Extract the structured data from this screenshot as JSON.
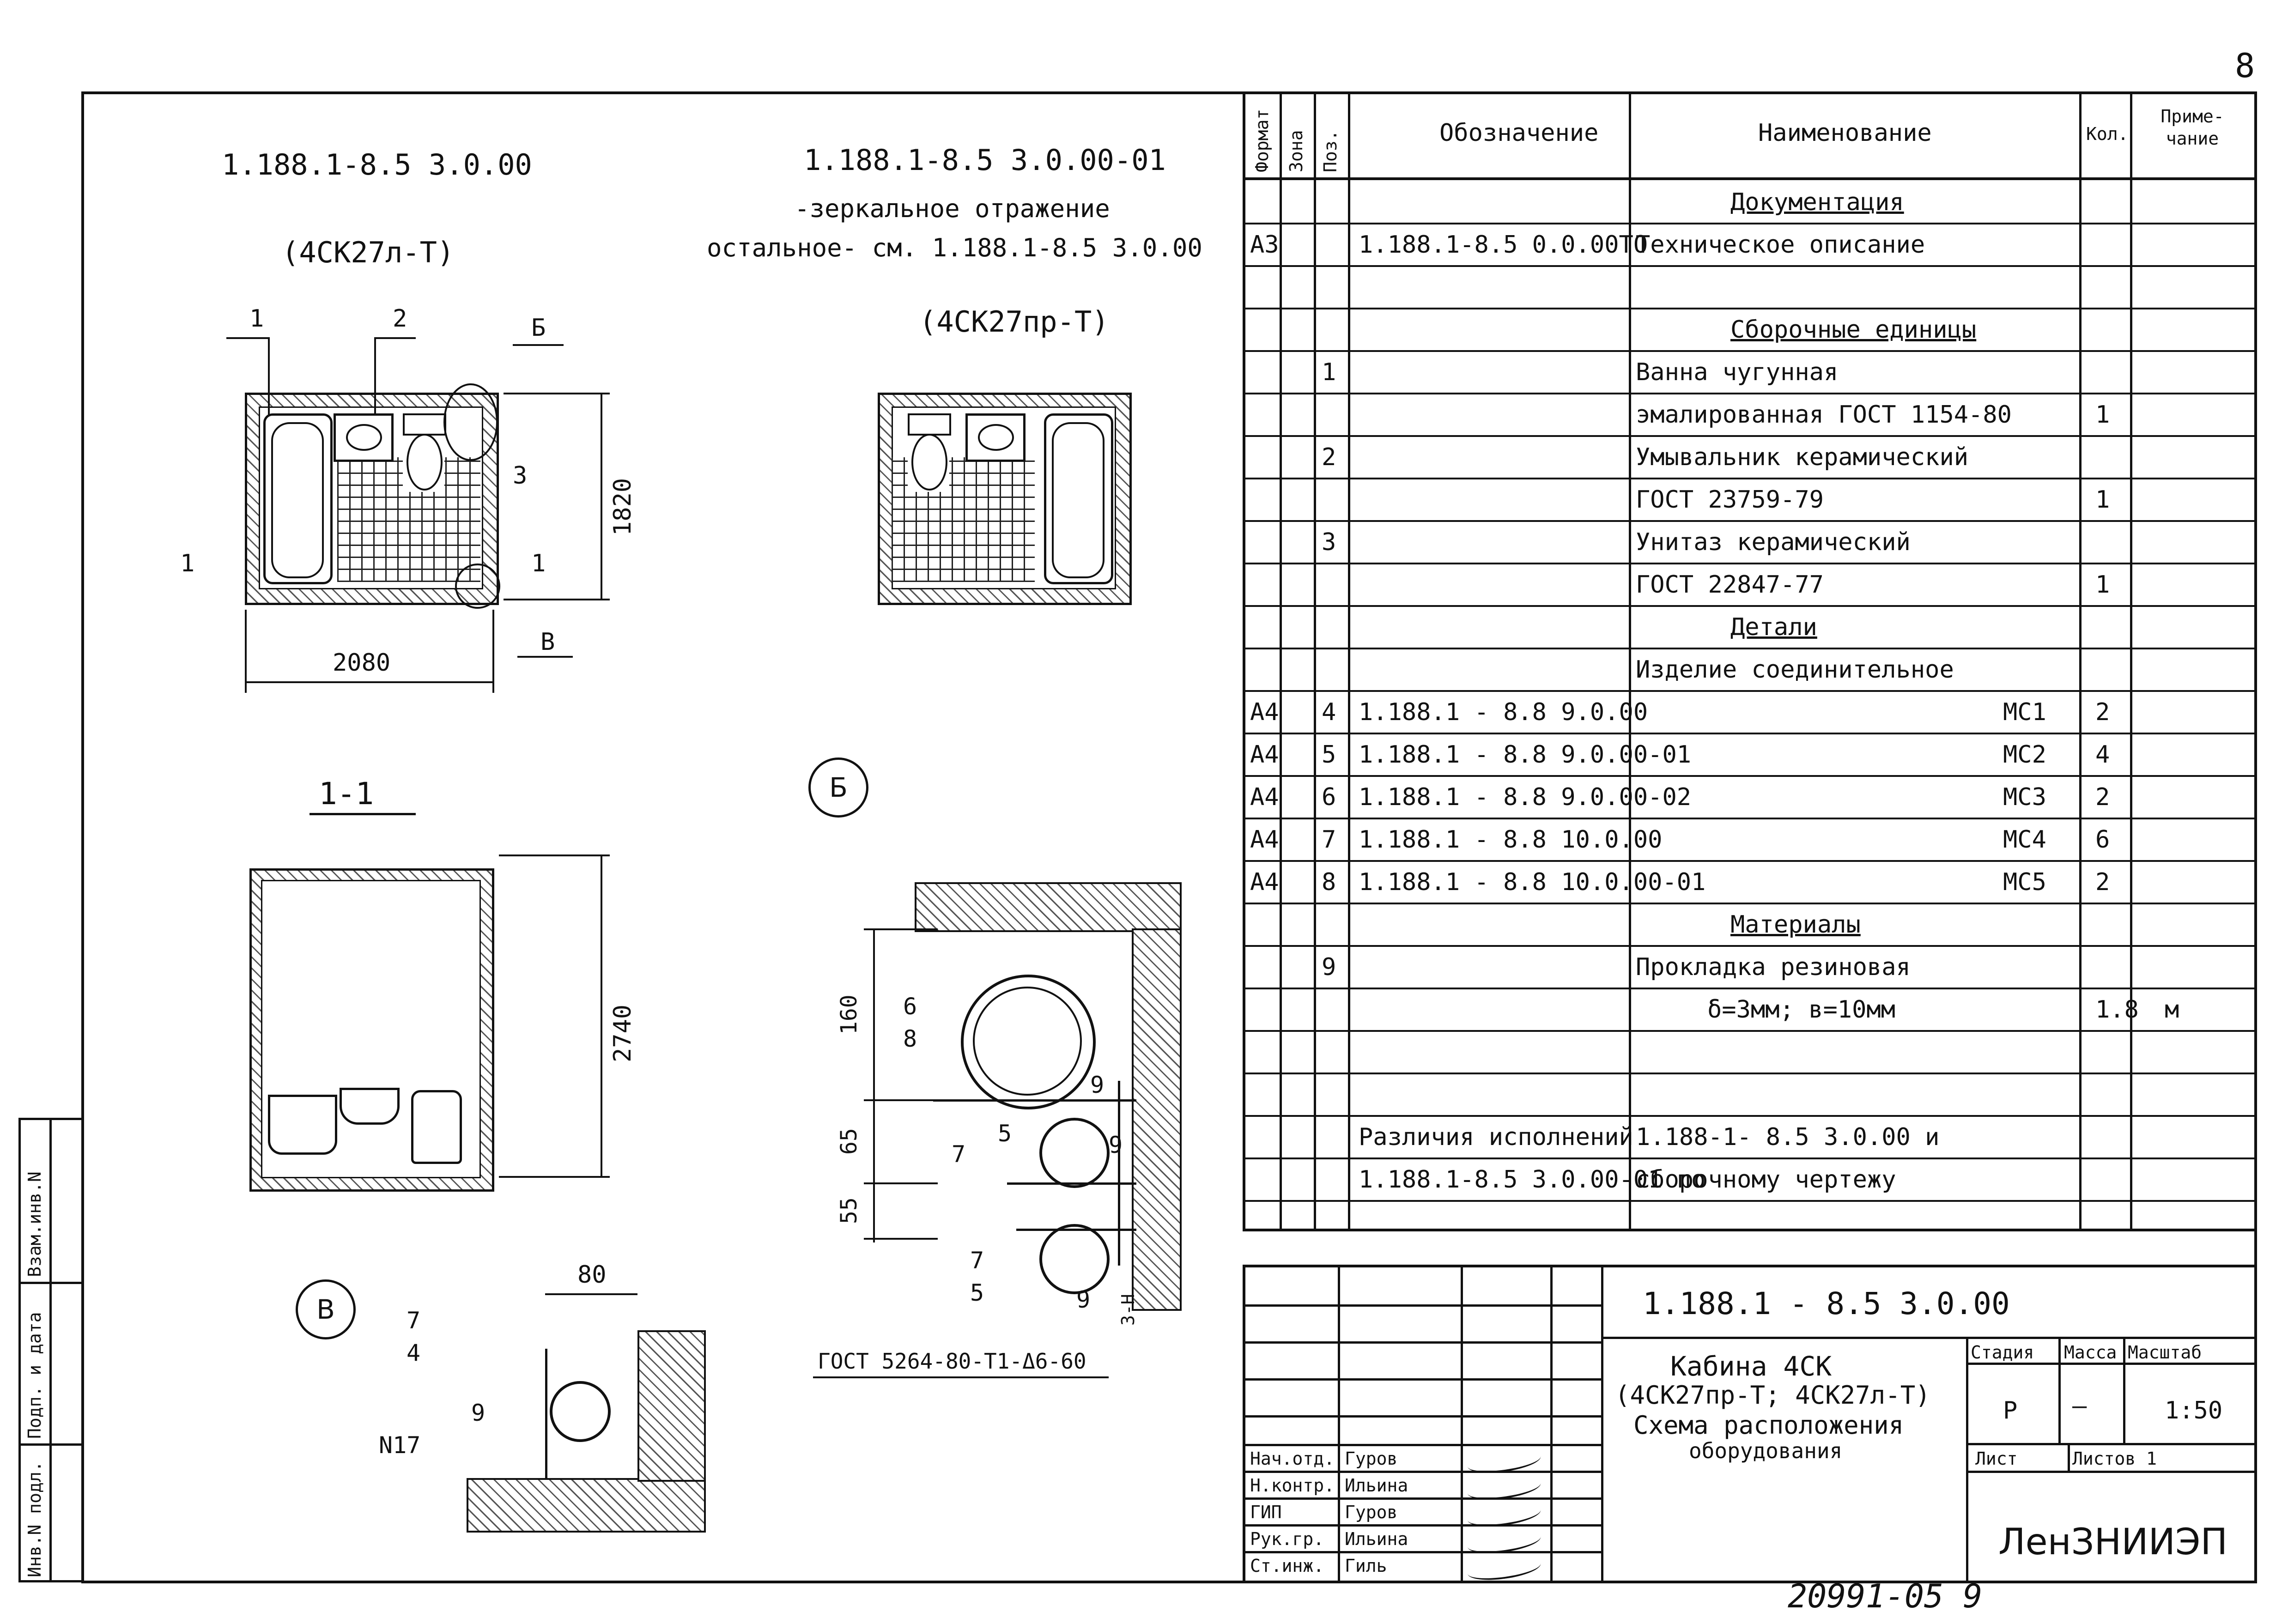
{
  "page_number": "8",
  "left": {
    "plan_a": {
      "code": "1.188.1-8.5  3.0.00",
      "model": "(4СК27л-Т)",
      "dim_w": "2080",
      "dim_h": "1820",
      "callouts": [
        "1",
        "2",
        "Б",
        "3",
        "В"
      ],
      "section_marks": [
        "1",
        "1"
      ]
    },
    "plan_b": {
      "code": "1.188.1-8.5  3.0.00-01",
      "note1": "-зеркальное отражение",
      "note2": "остальное- см. 1.188.1-8.5 3.0.00",
      "model": "(4СК27пр-Т)"
    },
    "section": {
      "title": "1-1",
      "dim": "2740"
    },
    "detail_b": {
      "label": "Б",
      "dim1": "160",
      "dim2": "65",
      "dim3": "55",
      "gost": "ГОСТ 5264-80-Т1-Δ6-60",
      "weld": "3-Н",
      "callouts": [
        "6",
        "8",
        "9",
        "7",
        "5",
        "9",
        "7",
        "5",
        "9"
      ]
    },
    "detail_v": {
      "label": "В",
      "dim": "80",
      "callouts": [
        "7",
        "4",
        "9",
        "N17"
      ]
    },
    "side_stamp": [
      "Инв.N подл.",
      "Подп. и дата",
      "Взам.инв.N"
    ]
  },
  "spec": {
    "headers": [
      "Формат",
      "Зона",
      "Поз.",
      "Обозначение",
      "Наименование",
      "Кол.",
      "Приме-чание"
    ],
    "rows": [
      {
        "fmt": "",
        "pos": "",
        "des": "",
        "name": "Документация",
        "qty": "",
        "note": "",
        "section": true
      },
      {
        "fmt": "А3",
        "pos": "",
        "des": "1.188.1-8.5   0.0.00ТО",
        "name": "Техническое описание",
        "qty": "",
        "note": ""
      },
      {
        "fmt": "",
        "pos": "",
        "des": "",
        "name": "",
        "qty": "",
        "note": ""
      },
      {
        "fmt": "",
        "pos": "",
        "des": "",
        "name": "Сборочные единицы",
        "qty": "",
        "note": "",
        "section": true
      },
      {
        "fmt": "",
        "pos": "1",
        "des": "",
        "name": "Ванна чугунная",
        "qty": "",
        "note": ""
      },
      {
        "fmt": "",
        "pos": "",
        "des": "",
        "name": "эмалированная ГОСТ 1154-80",
        "qty": "1",
        "note": ""
      },
      {
        "fmt": "",
        "pos": "2",
        "des": "",
        "name": "Умывальник керамический",
        "qty": "",
        "note": ""
      },
      {
        "fmt": "",
        "pos": "",
        "des": "",
        "name": "ГОСТ 23759-79",
        "qty": "1",
        "note": ""
      },
      {
        "fmt": "",
        "pos": "3",
        "des": "",
        "name": "Унитаз керамический",
        "qty": "",
        "note": ""
      },
      {
        "fmt": "",
        "pos": "",
        "des": "",
        "name": "ГОСТ 22847-77",
        "qty": "1",
        "note": ""
      },
      {
        "fmt": "",
        "pos": "",
        "des": "",
        "name": "Детали",
        "qty": "",
        "note": "",
        "section": true
      },
      {
        "fmt": "",
        "pos": "",
        "des": "",
        "name": "Изделие соединительное",
        "qty": "",
        "note": ""
      },
      {
        "fmt": "А4",
        "pos": "4",
        "des": "1.188.1 - 8.8   9.0.00",
        "name": "МС1",
        "qty": "2",
        "note": "",
        "right": true
      },
      {
        "fmt": "А4",
        "pos": "5",
        "des": "1.188.1 - 8.8   9.0.00-01",
        "name": "МС2",
        "qty": "4",
        "note": "",
        "right": true
      },
      {
        "fmt": "А4",
        "pos": "6",
        "des": "1.188.1 - 8.8   9.0.00-02",
        "name": "МС3",
        "qty": "2",
        "note": "",
        "right": true
      },
      {
        "fmt": "А4",
        "pos": "7",
        "des": "1.188.1 - 8.8   10.0.00",
        "name": "МС4",
        "qty": "6",
        "note": "",
        "right": true
      },
      {
        "fmt": "А4",
        "pos": "8",
        "des": "1.188.1 - 8.8   10.0.00-01",
        "name": "МС5",
        "qty": "2",
        "note": "",
        "right": true
      },
      {
        "fmt": "",
        "pos": "",
        "des": "",
        "name": "Материалы",
        "qty": "",
        "note": "",
        "section": true
      },
      {
        "fmt": "",
        "pos": "9",
        "des": "",
        "name": "Прокладка резиновая",
        "qty": "",
        "note": ""
      },
      {
        "fmt": "",
        "pos": "",
        "des": "",
        "name": "δ=3мм;  в=10мм",
        "qty": "1.8",
        "note": "м",
        "center": true
      },
      {
        "fmt": "",
        "pos": "",
        "des": "",
        "name": "",
        "qty": "",
        "note": ""
      },
      {
        "fmt": "",
        "pos": "",
        "des": "",
        "name": "",
        "qty": "",
        "note": ""
      },
      {
        "fmt": "",
        "pos": "",
        "des": "Различия   исполнений",
        "name": "1.188-1- 8.5 3.0.00  и",
        "qty": "",
        "note": ""
      },
      {
        "fmt": "",
        "pos": "",
        "des": "1.188.1-8.5 3.0.00-01  по",
        "name": "сборочному  чертежу",
        "qty": "",
        "note": ""
      }
    ]
  },
  "title_block": {
    "doc_code": "1.188.1  -  8.5          3.0.00",
    "title1": "Кабина 4СК",
    "title2": "(4СК27пр-Т; 4СК27л-Т)",
    "title3": "Схема расположения",
    "title4": "оборудования",
    "stage_h": "Стадия",
    "mass_h": "Масса",
    "scale_h": "Масштаб",
    "stage": "Р",
    "mass": "—",
    "scale": "1:50",
    "sheet_h": "Лист",
    "sheets_h": "Листов 1",
    "org": "ЛенЗНИИЭП",
    "people": [
      {
        "role": "Нач.отд.",
        "name": "Гуров"
      },
      {
        "role": "Н.контр.",
        "name": "Ильина"
      },
      {
        "role": "ГИП",
        "name": "Гуров"
      },
      {
        "role": "Рук.гр.",
        "name": "Ильина"
      },
      {
        "role": "Ст.инж.",
        "name": "Гиль"
      }
    ]
  },
  "footer_number": "20991-05  9"
}
